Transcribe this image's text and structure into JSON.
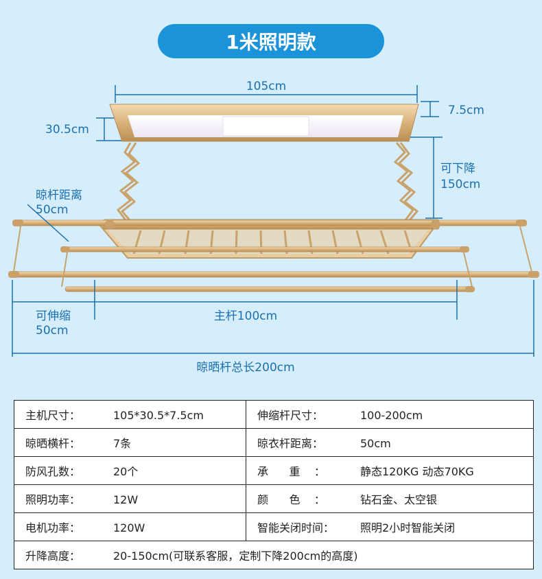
{
  "header": {
    "title": "1米照明款"
  },
  "dimensions": {
    "top_width": "105cm",
    "thickness": "7.5cm",
    "depth": "30.5cm",
    "lowering": "可下降\n150cm",
    "lowering_line1": "可下降",
    "lowering_line2": "150cm",
    "rod_gap_line1": "晾杆距离",
    "rod_gap_line2": "50cm",
    "extend_line1": "可伸缩",
    "extend_line2": "50cm",
    "main_rod": "主杆100cm",
    "total_length": "晾晒杆总长200cm"
  },
  "colors": {
    "accent": "#1a93d9",
    "label": "#1a6fb0",
    "frame": "#d9b784",
    "background": "#d6eefb"
  },
  "specs": {
    "rows": [
      {
        "l1": "主机尺寸：",
        "v1": "105*30.5*7.5cm",
        "l2": "伸缩杆尺寸：",
        "v2": "100-200cm"
      },
      {
        "l1": "晾晒横杆：",
        "v1": "7条",
        "l2": "晾衣杆距离：",
        "v2": "50cm"
      },
      {
        "l1": "防风孔数：",
        "v1": "20个",
        "l2": "承      重    ：",
        "v2": "静态120KG   动态70KG"
      },
      {
        "l1": "照明功率：",
        "v1": "12W",
        "l2": "颜      色    ：",
        "v2": "钻石金、太空银"
      },
      {
        "l1": "电机功率：",
        "v1": "120W",
        "l2": "智能关闭时间：",
        "v2": "照明2小时智能关闭"
      }
    ],
    "last": {
      "l1": "升降高度：",
      "v1": "20-150cm(可联系客服，定制下降200cm的高度)"
    }
  }
}
